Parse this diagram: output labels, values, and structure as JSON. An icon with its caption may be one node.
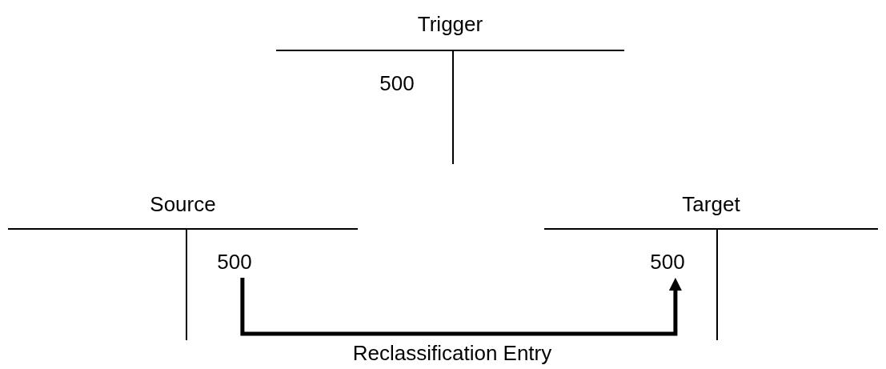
{
  "diagram": {
    "nodes": [
      {
        "text": [
          "Trigger"
        ]
      },
      {
        "text": [
          "500"
        ],
        "in": 0
      },
      {
        "text": [
          "Source"
        ]
      },
      {
        "text": [
          "500"
        ],
        "in": 2
      },
      {
        "text": [
          "Target"
        ]
      },
      {
        "text": [
          "500"
        ],
        "in": 4
      }
    ],
    "edges": [
      {
        "from": 3,
        "to": 5,
        "arrow": "to",
        "label": "Reclassification Entry"
      }
    ]
  }
}
